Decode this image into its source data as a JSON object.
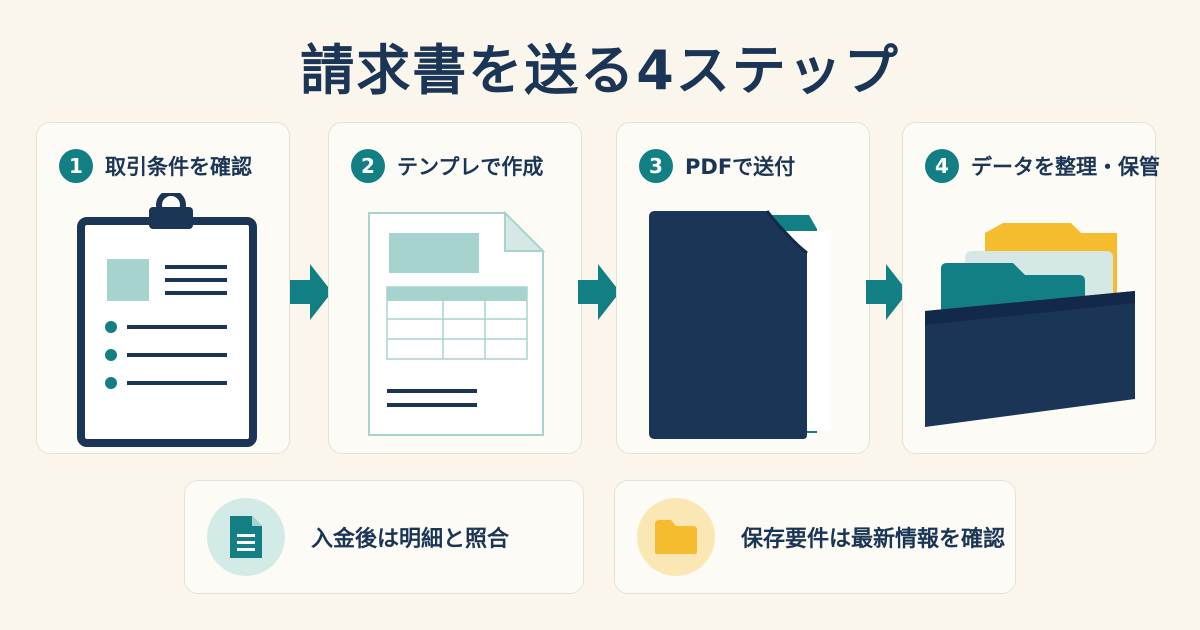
{
  "title": "請求書を送る4ステップ",
  "steps": [
    {
      "number": "1",
      "label": "取引条件を確認",
      "icon": "clipboard-icon"
    },
    {
      "number": "2",
      "label": "テンプレで作成",
      "icon": "invoice-template-icon"
    },
    {
      "number": "3",
      "label": "PDFで送付",
      "icon": "pdf-folder-icon"
    },
    {
      "number": "4",
      "label": "データを整理・保管",
      "icon": "file-box-icon"
    }
  ],
  "notes": [
    {
      "label": "入金後は明細と照合",
      "icon": "document-icon"
    },
    {
      "label": "保存要件は最新情報を確認",
      "icon": "folder-icon"
    }
  ],
  "colors": {
    "navy": "#1b3556",
    "teal": "#127f85",
    "light_teal": "#a7d3cf",
    "yellow": "#f6bc2f",
    "background": "#fbf6ec"
  }
}
